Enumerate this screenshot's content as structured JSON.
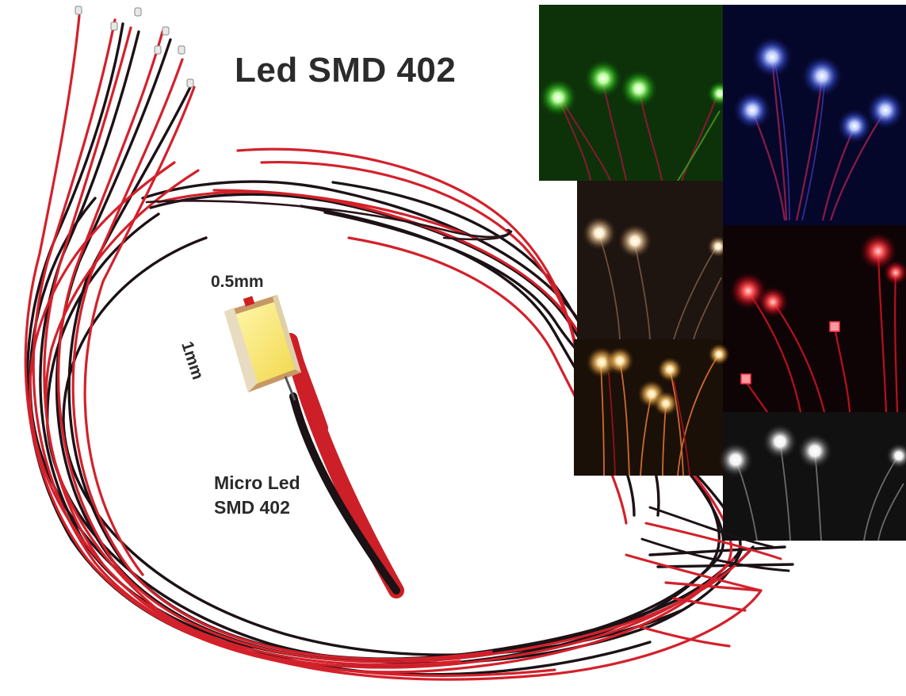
{
  "title": "Led SMD 402",
  "dimensions": {
    "width": "0.5mm",
    "height": "1mm"
  },
  "caption": {
    "line1": "Micro Led",
    "line2": "SMD 402"
  },
  "photo_panels": [
    {
      "led_color": "green",
      "hex": "#4cff3a"
    },
    {
      "led_color": "blue",
      "hex": "#6f8dff"
    },
    {
      "led_color": "warm-white",
      "hex": "#ffe9c0"
    },
    {
      "led_color": "red",
      "hex": "#ff2a3a"
    },
    {
      "led_color": "yellow",
      "hex": "#ffc864"
    },
    {
      "led_color": "white",
      "hex": "#ffffff"
    }
  ],
  "colors": {
    "wire_red": "#d41f26",
    "wire_black": "#1a1214",
    "text": "#2b2b2b"
  }
}
